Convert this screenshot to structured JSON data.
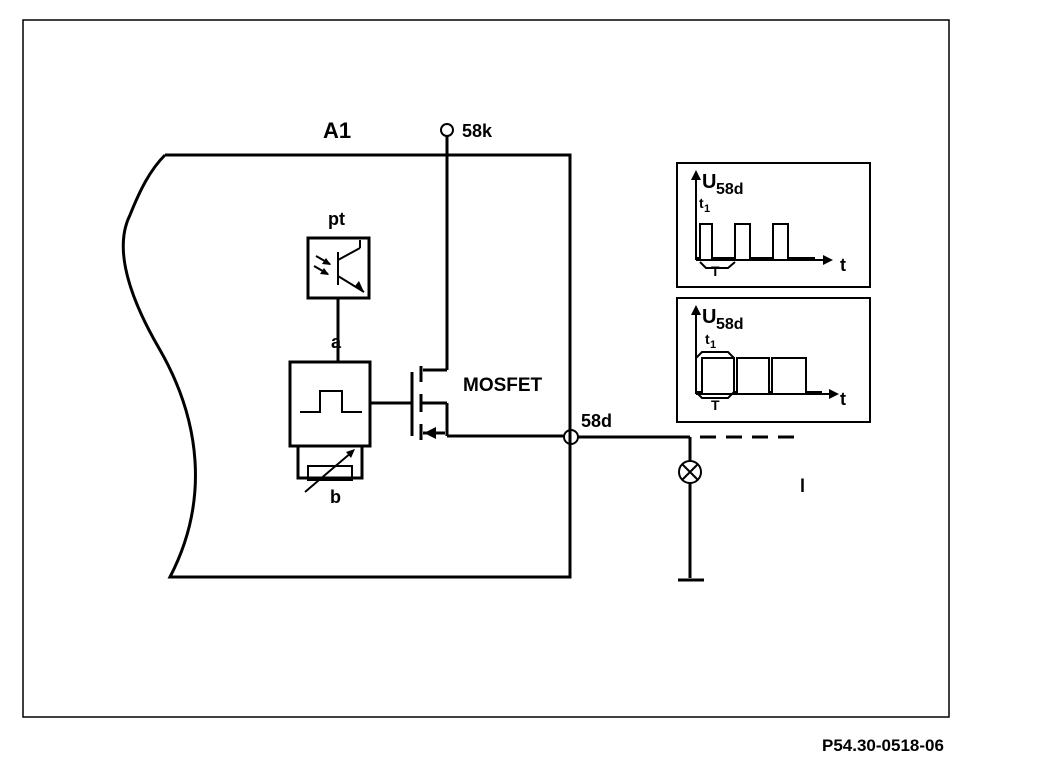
{
  "module_label": "A1",
  "terminal_58k": "58k",
  "terminal_58d": "58d",
  "mosfet_label": "MOSFET",
  "phototransistor_label": "pt",
  "connection_a_label": "a",
  "potentiometer_label": "b",
  "lamp_label": "l",
  "graph1": {
    "u_label": "U",
    "u_sub": "58d",
    "t1_main": "t",
    "t1_sub": "1",
    "period_label": "T",
    "time_label": "t"
  },
  "graph2": {
    "u_label": "U",
    "u_sub": "58d",
    "t1_main": "t",
    "t1_sub": "1",
    "period_label": "T",
    "time_label": "t"
  },
  "figure_ref": "P54.30-0518-06"
}
